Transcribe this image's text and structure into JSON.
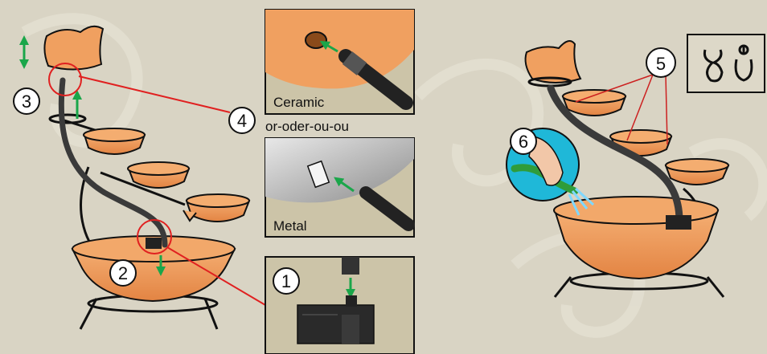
{
  "steps": {
    "s1": "1",
    "s2": "2",
    "s3": "3",
    "s4": "4",
    "s5": "5",
    "s6": "6"
  },
  "panels": {
    "ceramic_label": "Ceramic",
    "or_label": "or-oder-ou-ou",
    "metal_label": "Metal"
  },
  "colors": {
    "background": "#d9d4c4",
    "terracotta": "#f0a060",
    "tube": "#3a3a3a",
    "arrow": "#1aa64a",
    "callout": "#e02020"
  },
  "icons": [
    "pump-icon",
    "tube-icon",
    "hook-clip-icon",
    "watering-hose-icon"
  ]
}
